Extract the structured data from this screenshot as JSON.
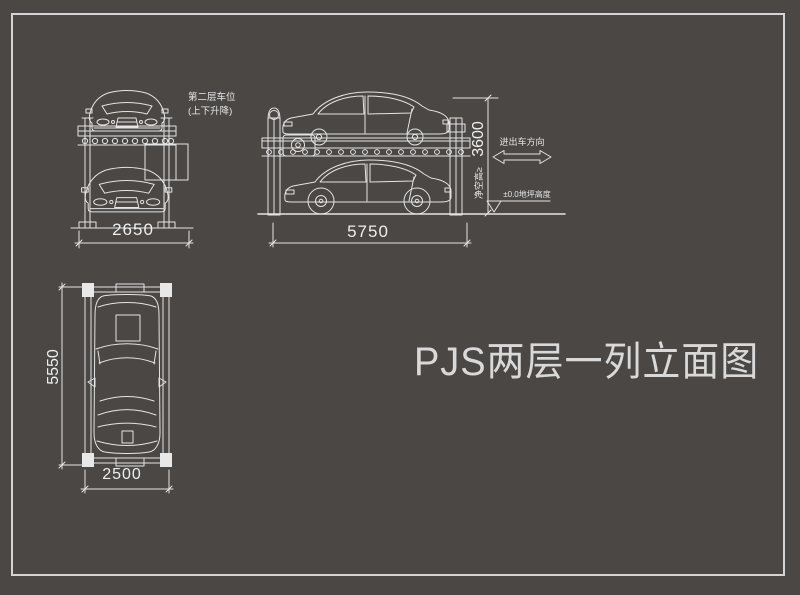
{
  "colors": {
    "background": "#4a4745",
    "line": "#e4e4e4",
    "border": "#d4d4d4",
    "text": "#eeeeee"
  },
  "title": {
    "text": "PJS两层一列立面图"
  },
  "front_view": {
    "width_dim": "2650",
    "note_line1": "第二层车位",
    "note_line2": "(上下升降)"
  },
  "side_view": {
    "width_dim": "5750",
    "height_dim": "3600",
    "clearance_label": "净空高≥",
    "direction_label": "进出车方向",
    "ground_level_label": "±0.0地坪高度"
  },
  "plan_view": {
    "length_dim": "5550",
    "width_dim": "2500"
  }
}
